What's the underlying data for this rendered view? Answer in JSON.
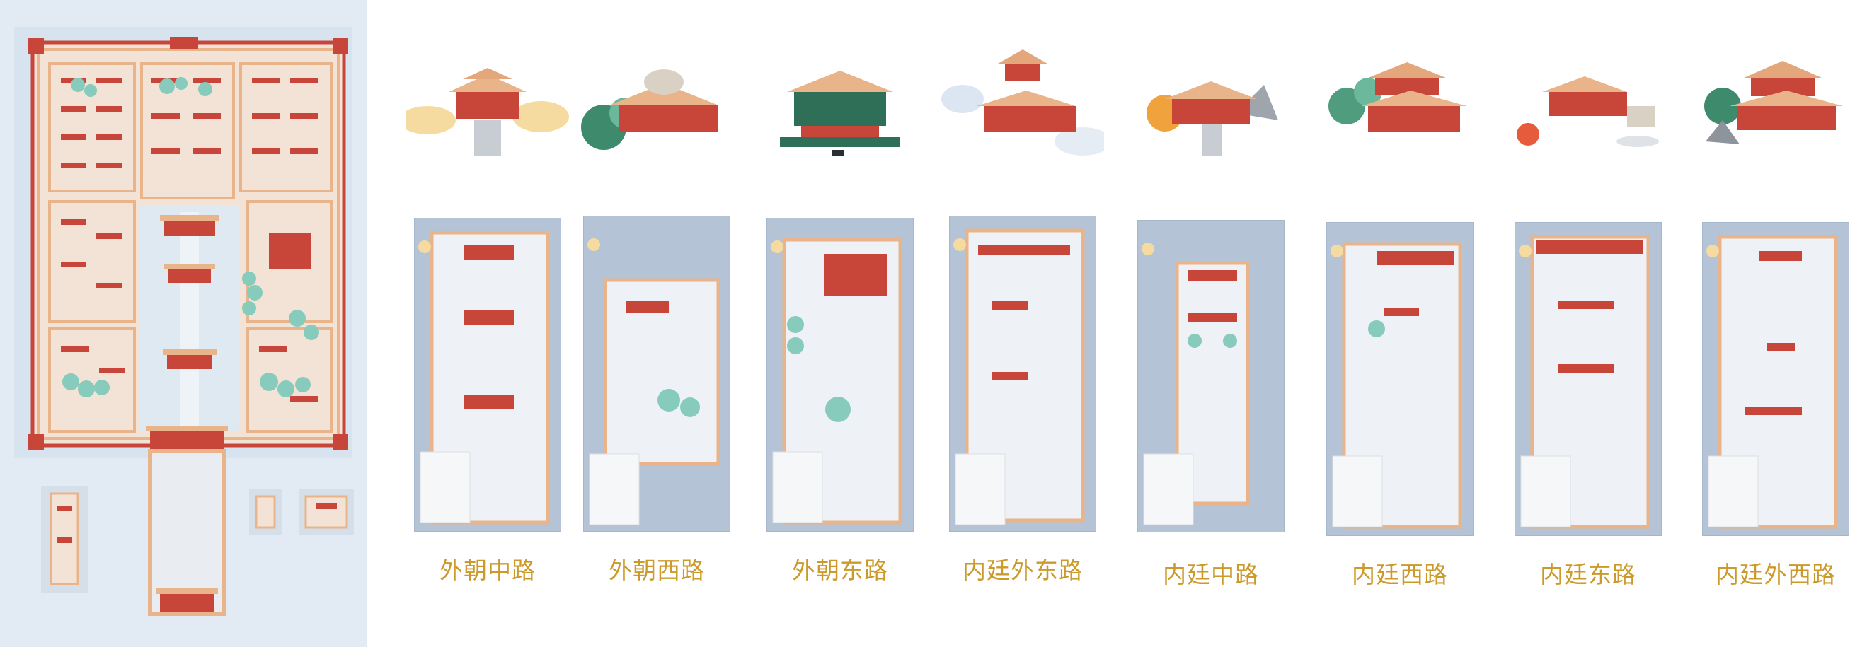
{
  "colors": {
    "accent_gold": "#cc9a2a",
    "palace_red": "#c8453a",
    "wall_tan": "#e9b48a",
    "card_blue": "#b4c4d6",
    "map_bg": "#e2ebf3",
    "tree_green": "#86cbbb"
  },
  "routes": [
    {
      "id": "outer-central",
      "label": "外朝中路",
      "illustration": "hall-with-clouds"
    },
    {
      "id": "outer-west",
      "label": "外朝西路",
      "illustration": "hall-with-pine"
    },
    {
      "id": "outer-east",
      "label": "外朝东路",
      "illustration": "green-roof-pavilion"
    },
    {
      "id": "inner-outer-east",
      "label": "内廷外东路",
      "illustration": "pagoda-with-clouds"
    },
    {
      "id": "inner-central",
      "label": "内廷中路",
      "illustration": "hall-with-autumn-tree"
    },
    {
      "id": "inner-west",
      "label": "内廷西路",
      "illustration": "hall-with-green-trees"
    },
    {
      "id": "inner-east",
      "label": "内廷东路",
      "illustration": "hall-with-stage"
    },
    {
      "id": "inner-outer-west",
      "label": "内廷外西路",
      "illustration": "hall-with-rock-garden"
    }
  ]
}
